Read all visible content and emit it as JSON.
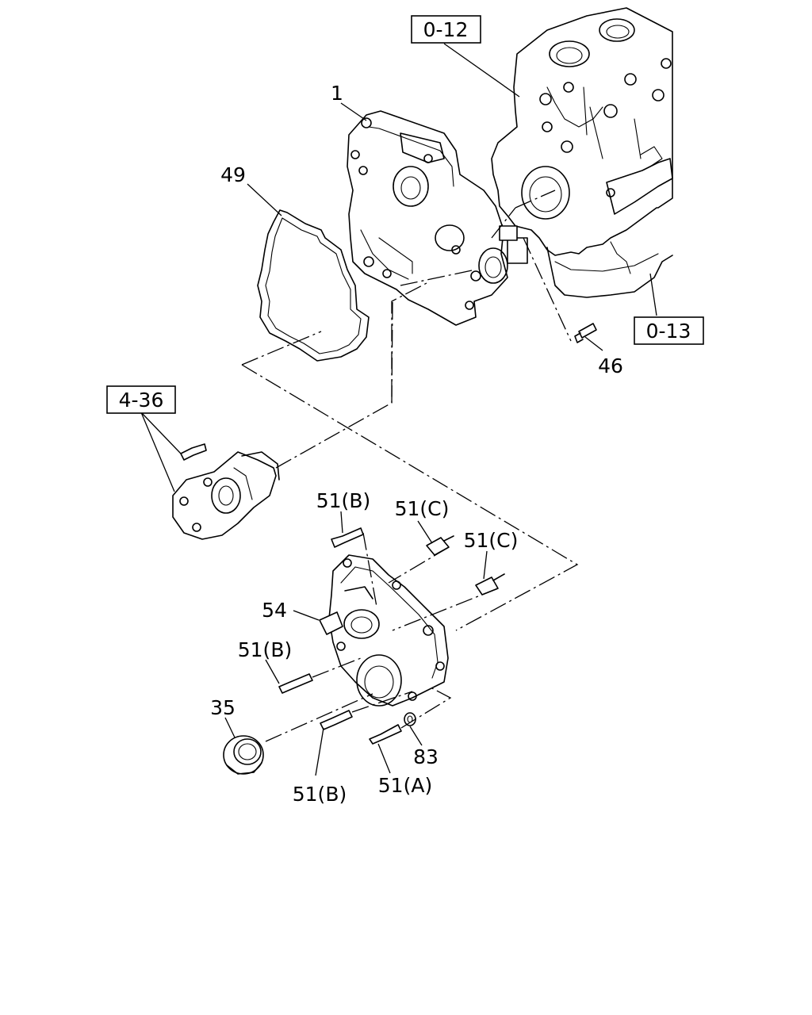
{
  "callouts": {
    "ref_0_12": "0-12",
    "ref_0_13": "0-13",
    "ref_4_36": "4-36",
    "part_1": "1",
    "part_49": "49",
    "part_46": "46",
    "part_51b_top": "51(B)",
    "part_51c_top": "51(C)",
    "part_51c_right": "51(C)",
    "part_54": "54",
    "part_51b_left": "51(B)",
    "part_35": "35",
    "part_83": "83",
    "part_51b_bottom": "51(B)",
    "part_51a": "51(A)"
  }
}
